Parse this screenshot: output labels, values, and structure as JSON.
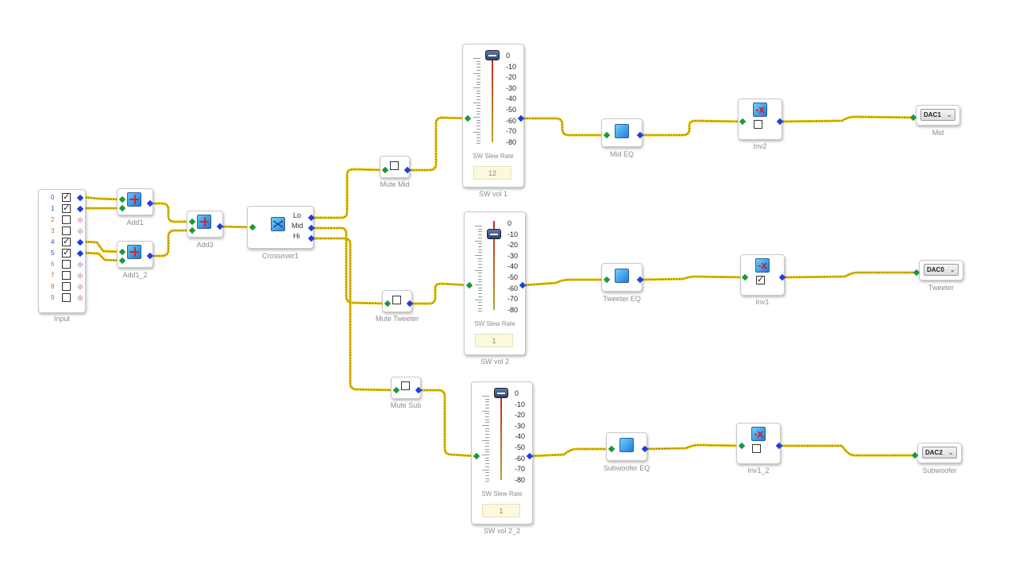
{
  "input": {
    "label": "Input",
    "channels": [
      "0",
      "1",
      "2",
      "3",
      "4",
      "5",
      "6",
      "7",
      "8",
      "9"
    ],
    "checked": [
      true,
      true,
      false,
      false,
      true,
      true,
      false,
      false,
      false,
      false
    ]
  },
  "add1": {
    "label": "Add1"
  },
  "add1_2": {
    "label": "Add1_2"
  },
  "add3": {
    "label": "Add3"
  },
  "crossover": {
    "label": "Crossover1",
    "outputs": [
      "Lo",
      "Mid",
      "Hi"
    ]
  },
  "mute_mid": {
    "label": "Mute Mid",
    "checked": false
  },
  "mute_tweeter": {
    "label": "Mute Tweeter",
    "checked": false
  },
  "mute_sub": {
    "label": "Mute Sub",
    "checked": false
  },
  "fader_scale": [
    "0",
    "-10",
    "-20",
    "-30",
    "-40",
    "-50",
    "-60",
    "-70",
    "-80"
  ],
  "slew_label": "SW Slew Rate",
  "vol1": {
    "label": "SW vol 1",
    "slew": "12",
    "level_db": 0
  },
  "vol2": {
    "label": "SW vol 2",
    "slew": "1",
    "level_db": -10
  },
  "vol2_2": {
    "label": "SW vol 2_2",
    "slew": "1",
    "level_db": 0
  },
  "mid_eq": {
    "label": "Mid EQ"
  },
  "tweeter_eq": {
    "label": "Tweeter EQ"
  },
  "sub_eq": {
    "label": "Subwoofer EQ"
  },
  "inv2": {
    "label": "Inv2",
    "icon_text": "-x",
    "checked": false
  },
  "inv1": {
    "label": "Inv1",
    "icon_text": "-x",
    "checked": true
  },
  "inv1_2": {
    "label": "Inv1_2",
    "icon_text": "-x",
    "checked": false
  },
  "dac_mid": {
    "label": "Mid",
    "value": "DAC1"
  },
  "dac_tweeter": {
    "label": "Tweeter",
    "value": "DAC0"
  },
  "dac_sub": {
    "label": "Subwoofer",
    "value": "DAC2"
  },
  "colors": {
    "wire": "#e6c200",
    "wire_dash": "#6a5a00",
    "pin_in": "#1a9a3a",
    "pin_out": "#1c3fe0",
    "track_top": "#c8201e"
  }
}
